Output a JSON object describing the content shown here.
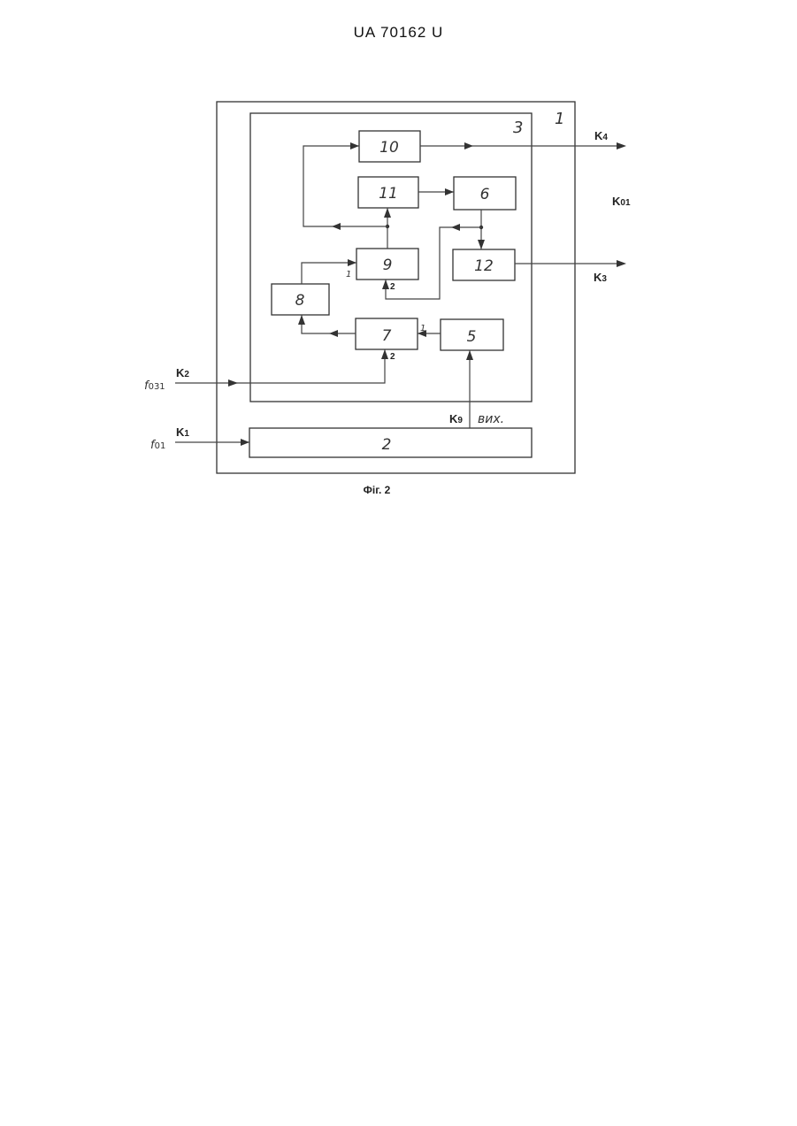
{
  "header": {
    "patent_number": "UA   70162   U"
  },
  "figure": {
    "caption": "Фіг. 2",
    "outer_block": "1",
    "block_2": "2",
    "inner_block": "3",
    "blocks": {
      "b5": "5",
      "b6": "6",
      "b7": "7",
      "b8": "8",
      "b9": "9",
      "b10": "10",
      "b11": "11",
      "b12": "12"
    },
    "port_labels": {
      "b9_in1": "1",
      "b9_in2": "2",
      "b7_in1": "1",
      "b7_in2": "2"
    },
    "signals": {
      "k4": {
        "base": "K",
        "sub": "4"
      },
      "k01": {
        "base": "K",
        "sub": "01"
      },
      "k3": {
        "base": "K",
        "sub": "3"
      },
      "k2": {
        "base": "K",
        "sub": "2"
      },
      "k1": {
        "base": "K",
        "sub": "1"
      },
      "k9": {
        "base": "K",
        "sub": "9"
      },
      "f031": {
        "base": "f",
        "sub": "031"
      },
      "f01": {
        "base": "f",
        "sub": "01"
      }
    },
    "output_note": "вих."
  }
}
